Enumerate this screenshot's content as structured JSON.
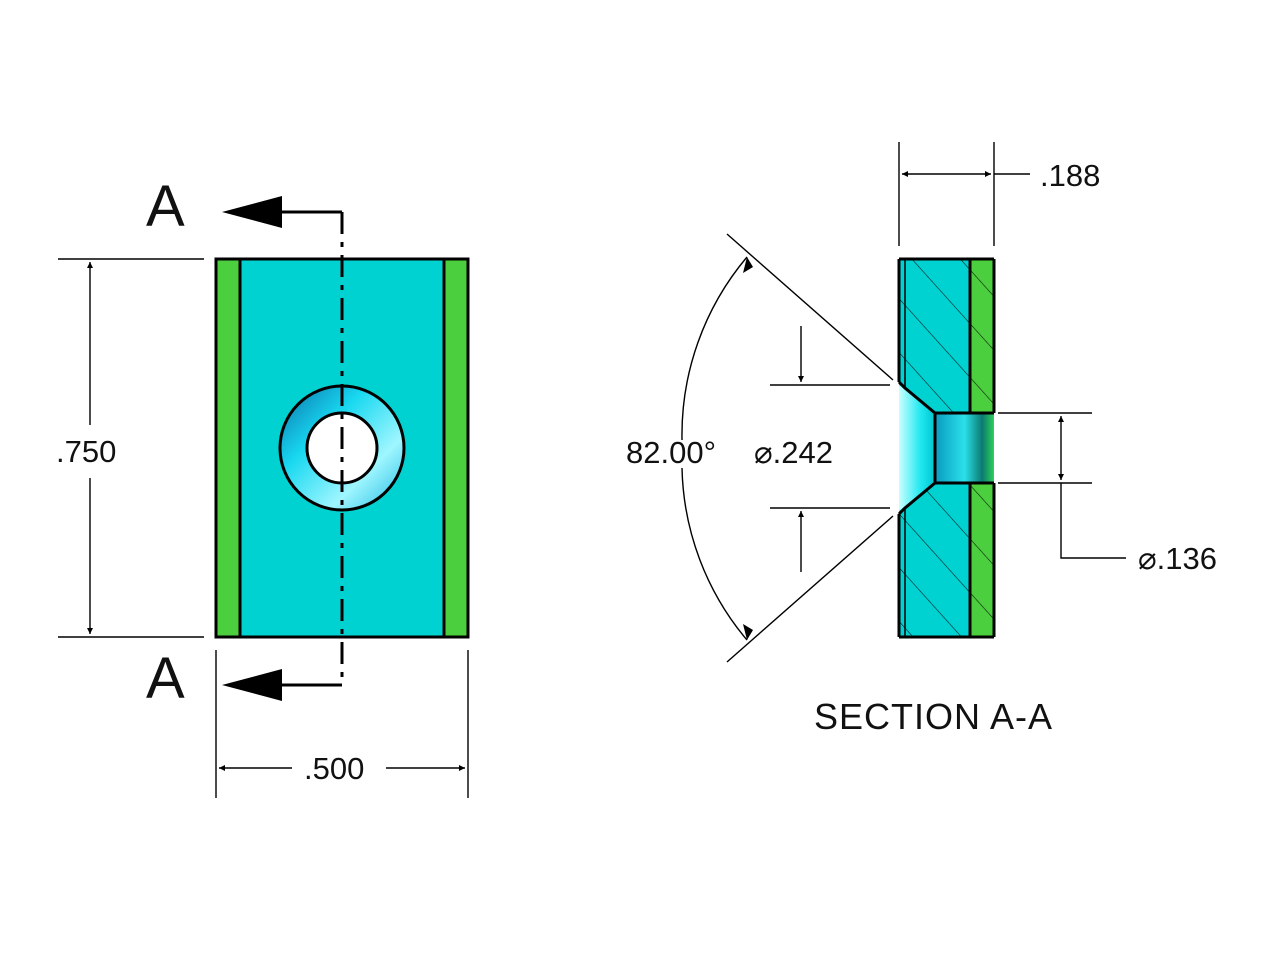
{
  "colors": {
    "face": "#00d2d2",
    "side": "#4ccf3f",
    "outline": "#000000",
    "hole": "#ffffff",
    "background": "#ffffff"
  },
  "front_view": {
    "section_label_top": "A",
    "section_label_bottom": "A",
    "dim_height": ".750",
    "dim_width": ".500"
  },
  "section_view": {
    "dim_thickness": ".188",
    "dim_angle": "82.00°",
    "dim_countersink_dia": "⌀.242",
    "dim_hole_dia": "⌀.136",
    "title": "SECTION A-A"
  }
}
